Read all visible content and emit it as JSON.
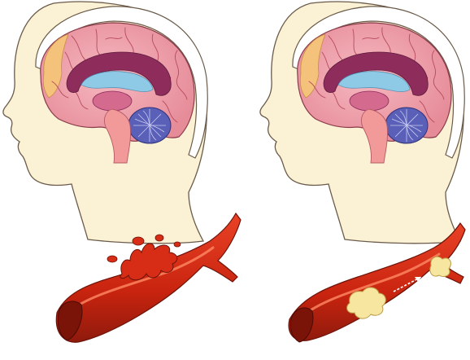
{
  "illustration": {
    "panels": [
      {
        "name": "left",
        "condition": "hemorrhage"
      },
      {
        "name": "right",
        "condition": "clot"
      }
    ],
    "colors": {
      "skin": "#fbf1d4",
      "outline": "#6b5b4a",
      "skull": "#ffffff",
      "cortex": "#f0a9b0",
      "cortex_dark": "#d9707f",
      "cortex_gold": "#f4c27a",
      "corpus": "#8e2c5c",
      "ventricle": "#8ec9e6",
      "thalamus": "#d46b8f",
      "cerebellum": "#5a5fb8",
      "brainstem": "#f29a9a",
      "artery": "#d72d16",
      "artery_dark": "#8f1a0c",
      "artery_light": "#ff7a50",
      "clot": "#f7e6a0"
    }
  }
}
